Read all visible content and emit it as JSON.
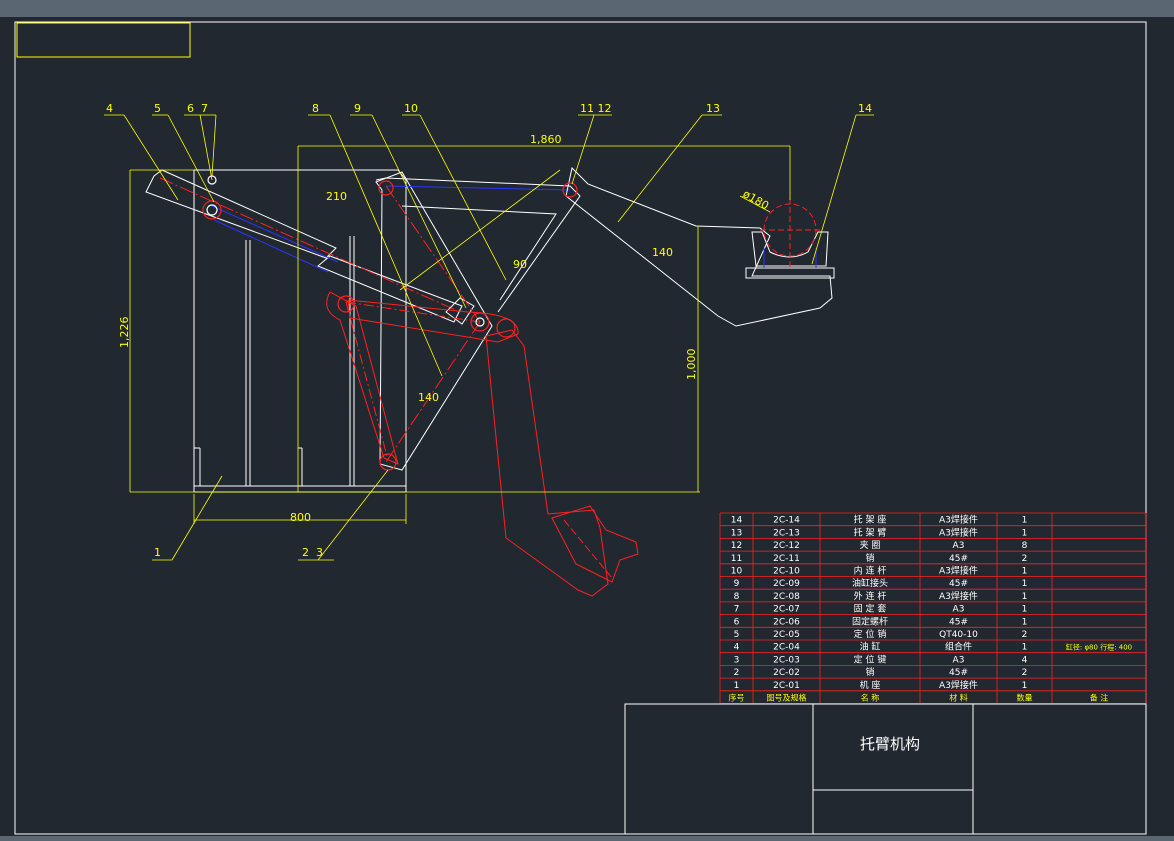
{
  "colors": {
    "background": "#212830",
    "frame": "#ffffff",
    "part_outline": "#ffffff",
    "center_line": "#ff2020",
    "dimension": "#ffff00",
    "hidden_line": "#2a36ff",
    "table_grid": "#ff2020"
  },
  "dimensions": {
    "overall_width": "1,860",
    "overall_height": "1,226",
    "base_width": "800",
    "lift_height": "1,000",
    "upper_angle_dim": "210",
    "lower_link": "140",
    "link_mid": "140",
    "arm_angle": "90",
    "ring_diameter": "ø180"
  },
  "balloons": {
    "b1": "1",
    "b23": "2  3",
    "b4": "4",
    "b5": "5",
    "b67": "6  7",
    "b8": "8",
    "b9": "9",
    "b10": "10",
    "b1112": "11 12",
    "b13": "13",
    "b14": "14"
  },
  "parts_table": {
    "rows": [
      {
        "no": "14",
        "code": "2C-14",
        "name": "托 架 座",
        "material": "A3焊接件",
        "qty": "1",
        "remark": ""
      },
      {
        "no": "13",
        "code": "2C-13",
        "name": "托 架 臂",
        "material": "A3焊接件",
        "qty": "1",
        "remark": ""
      },
      {
        "no": "12",
        "code": "2C-12",
        "name": "夹    圈",
        "material": "A3",
        "qty": "8",
        "remark": ""
      },
      {
        "no": "11",
        "code": "2C-11",
        "name": "销",
        "material": "45#",
        "qty": "2",
        "remark": ""
      },
      {
        "no": "10",
        "code": "2C-10",
        "name": "内 连 杆",
        "material": "A3焊接件",
        "qty": "1",
        "remark": ""
      },
      {
        "no": "9",
        "code": "2C-09",
        "name": "油缸接头",
        "material": "45#",
        "qty": "1",
        "remark": ""
      },
      {
        "no": "8",
        "code": "2C-08",
        "name": "外 连 杆",
        "material": "A3焊接件",
        "qty": "1",
        "remark": ""
      },
      {
        "no": "7",
        "code": "2C-07",
        "name": "固 定 套",
        "material": "A3",
        "qty": "1",
        "remark": ""
      },
      {
        "no": "6",
        "code": "2C-06",
        "name": "固定螺杆",
        "material": "45#",
        "qty": "1",
        "remark": ""
      },
      {
        "no": "5",
        "code": "2C-05",
        "name": "定 位 销",
        "material": "QT40-10",
        "qty": "2",
        "remark": ""
      },
      {
        "no": "4",
        "code": "2C-04",
        "name": "油    缸",
        "material": "组合件",
        "qty": "1",
        "remark": "缸径: φ80  行程: 400"
      },
      {
        "no": "3",
        "code": "2C-03",
        "name": "定 位 键",
        "material": "A3",
        "qty": "4",
        "remark": ""
      },
      {
        "no": "2",
        "code": "2C-02",
        "name": "销",
        "material": "45#",
        "qty": "2",
        "remark": ""
      },
      {
        "no": "1",
        "code": "2C-01",
        "name": "机    座",
        "material": "A3焊接件",
        "qty": "1",
        "remark": ""
      }
    ],
    "header": {
      "no": "序号",
      "code": "图号及规格",
      "name": "名    称",
      "material": "材    料",
      "qty": "数量",
      "remark": "备    注"
    }
  },
  "title_block": {
    "drawing_title": "托臂机构"
  }
}
